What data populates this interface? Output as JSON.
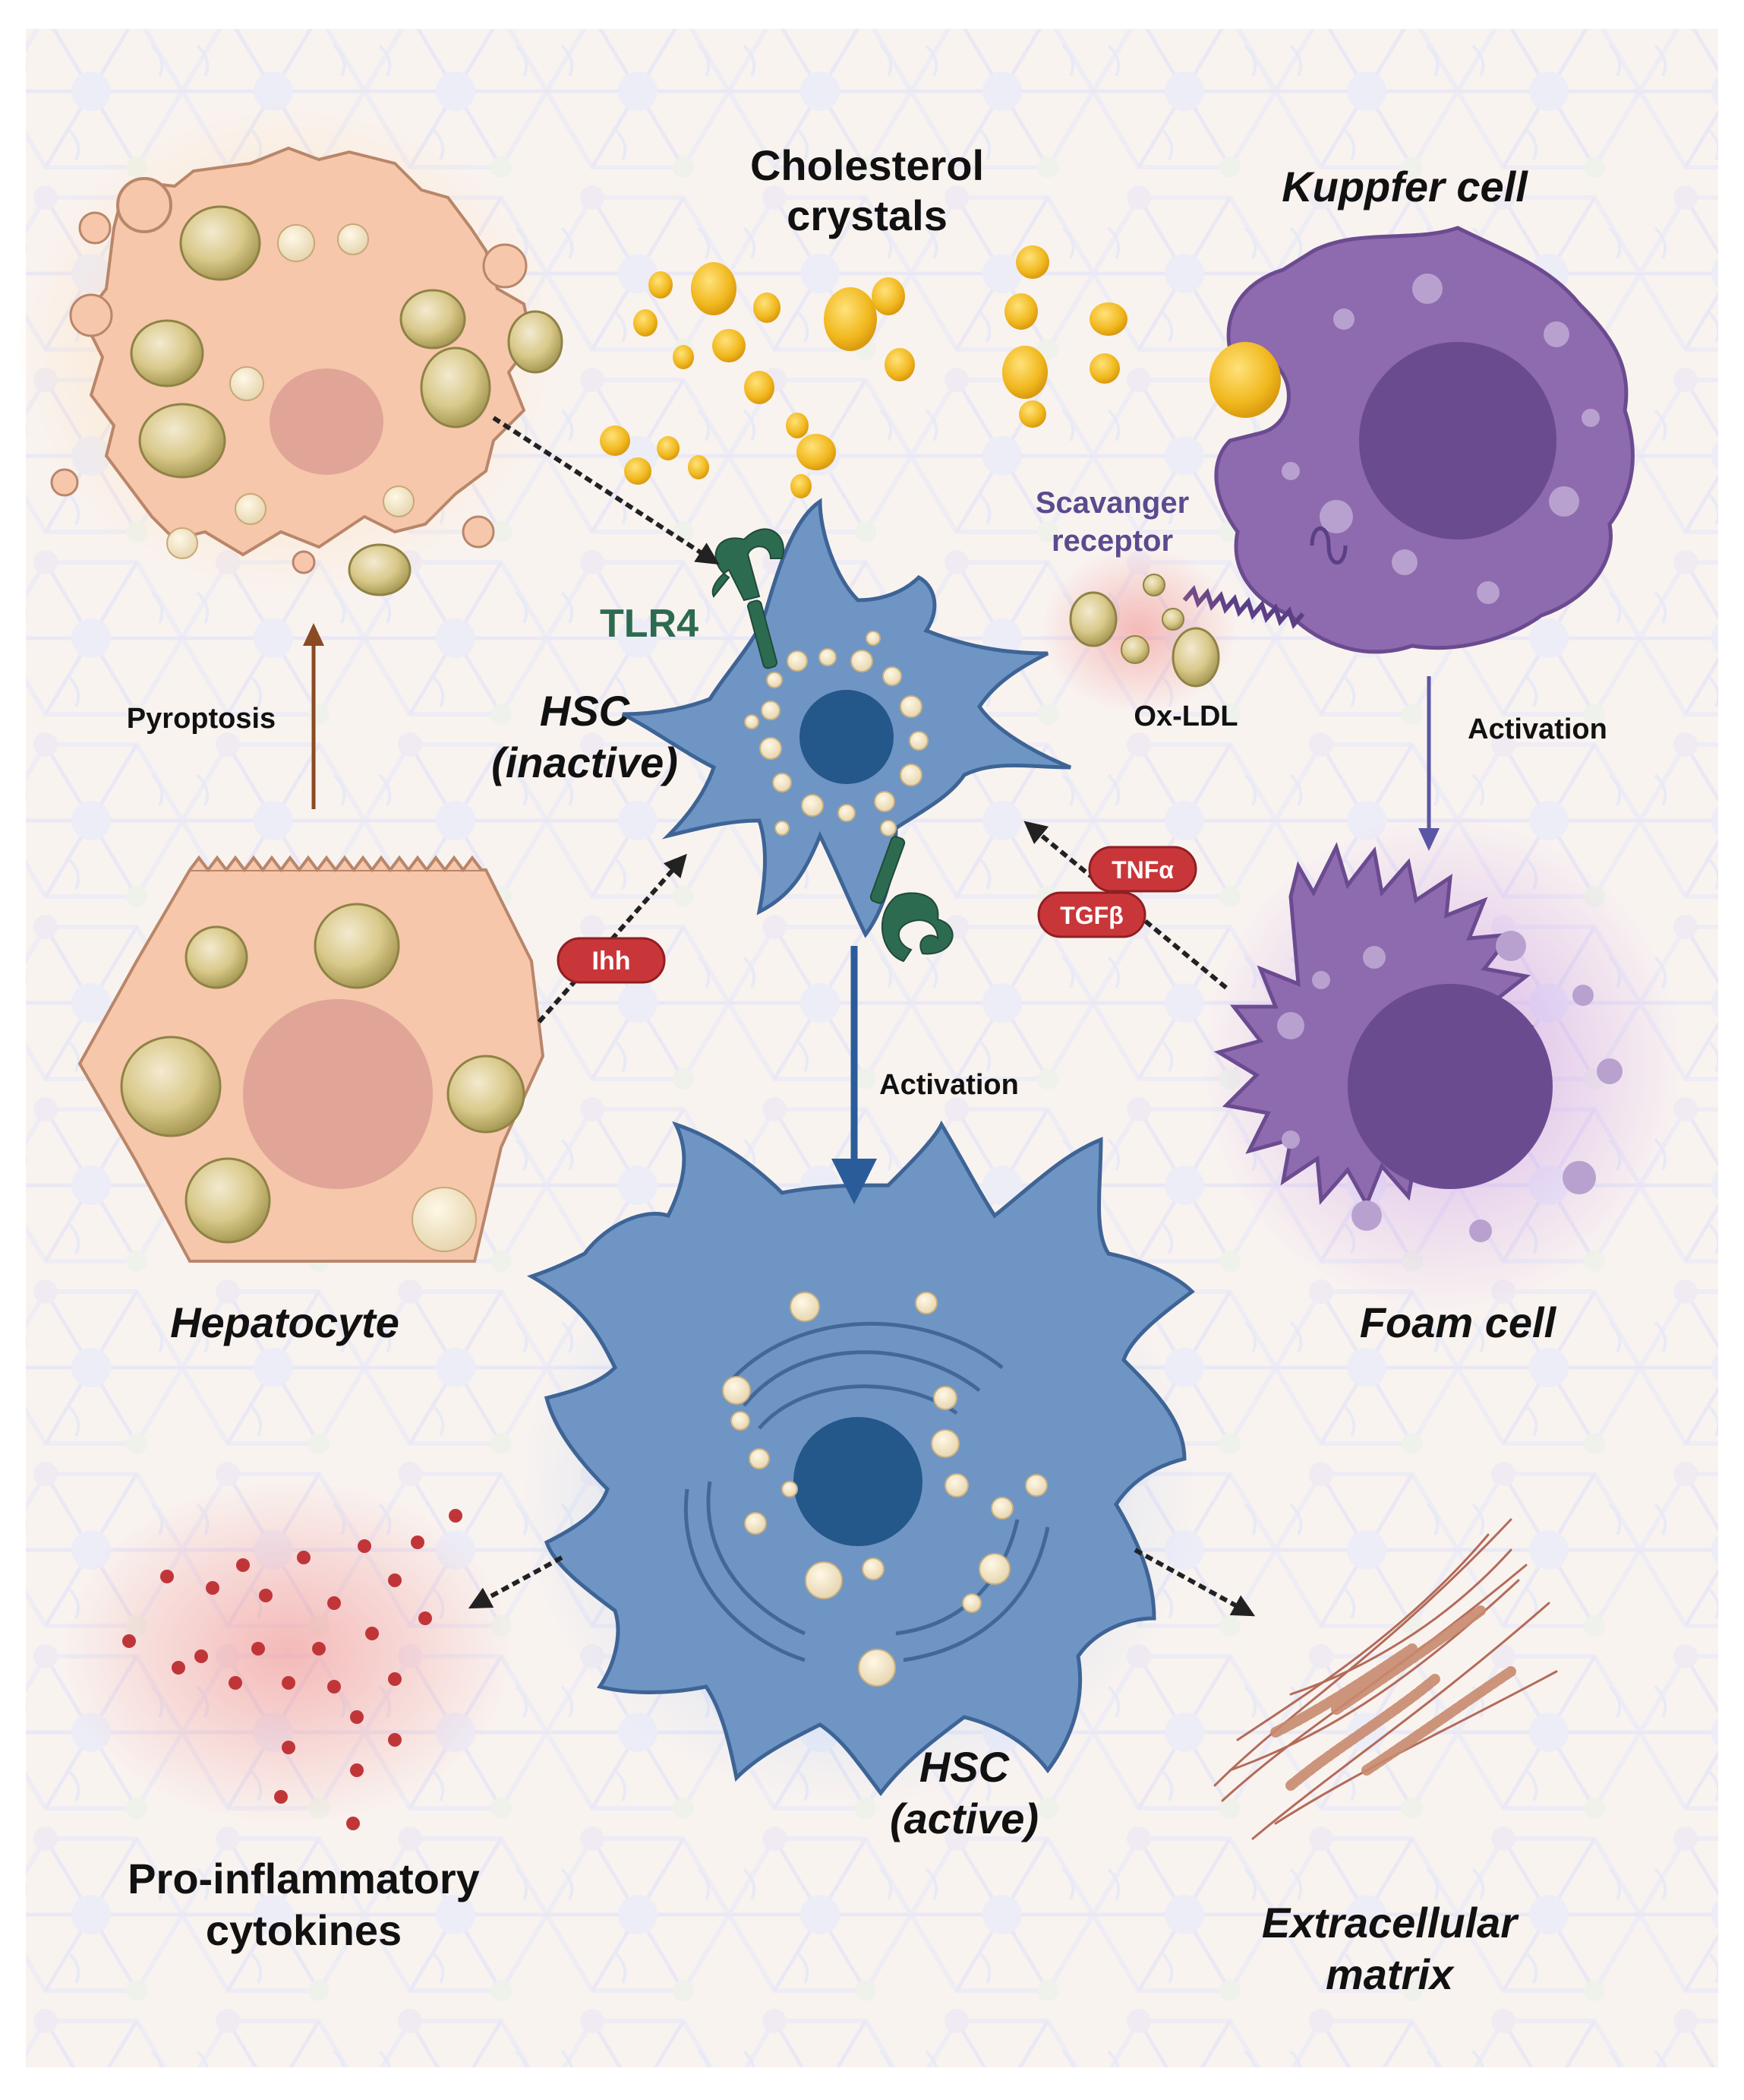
{
  "labels": {
    "cholesterol_crystals_line1": "Cholesterol",
    "cholesterol_crystals_line2": "crystals",
    "kuppfer_cell": "Kuppfer cell",
    "scavenger_line1": "Scavanger",
    "scavenger_line2": "receptor",
    "tlr4": "TLR4",
    "ox_ldl": "Ox-LDL",
    "pyroptosis": "Pyroptosis",
    "activation_right": "Activation",
    "hsc_inactive_line1": "HSC",
    "hsc_inactive_line2": "(inactive)",
    "tnfa": "TNFα",
    "tgfb": "TGFβ",
    "ihh": "Ihh",
    "activation_center": "Activation",
    "hepatocyte": "Hepatocyte",
    "foam_cell": "Foam cell",
    "hsc_active_line1": "HSC",
    "hsc_active_line2": "(active)",
    "cytokines_line1": "Pro-inflammatory",
    "cytokines_line2": "cytokines",
    "ecm_line1": "Extracellular",
    "ecm_line2": "matrix"
  },
  "colors": {
    "hsc": "#6f95c4",
    "hsc_dark": "#3e6496",
    "nucleus_hsc": "#24578a",
    "kupffer": "#8e6aae",
    "kupffer_nucleus": "#6b4b90",
    "hepatocyte": "#f6c7ab",
    "hepatocyte_nucleus": "#e0a596",
    "lipid": "#dccd8a",
    "crystal": "#f3bf2b",
    "cytokine_badge": "#c9363a",
    "tlr4": "#2d6b50",
    "brown_arrow": "#8a4a22",
    "purple_arrow": "#5b56a3",
    "ecm": "#a8543f"
  }
}
